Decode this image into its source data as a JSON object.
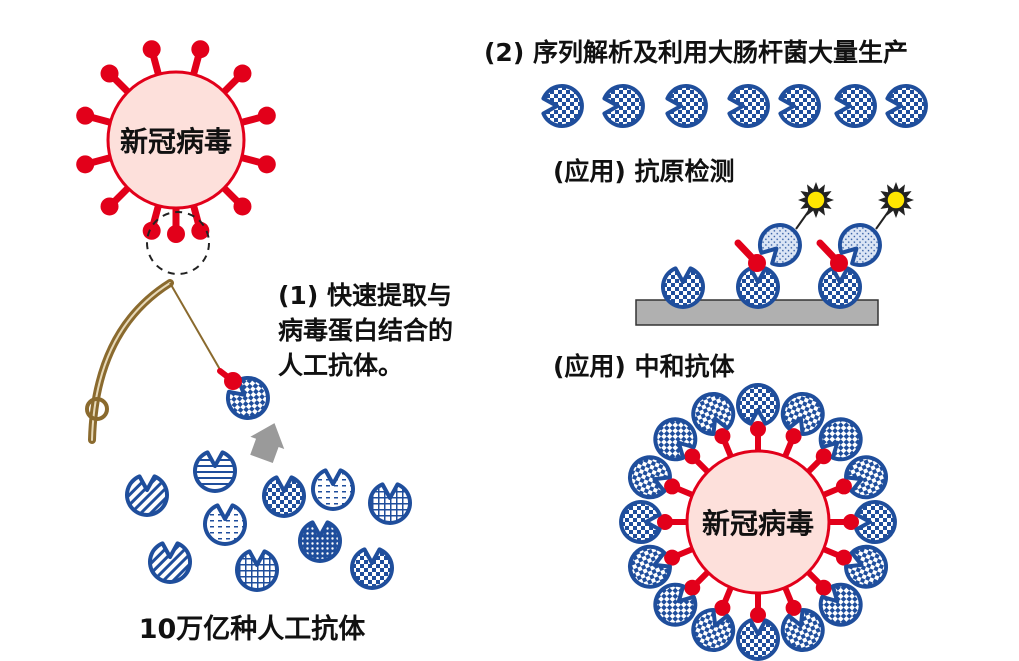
{
  "virus_label": "新冠病毒",
  "step1_text": [
    "(1) 快速提取与",
    "病毒蛋白结合的",
    "人工抗体。"
  ],
  "library_caption": "10万亿种人工抗体",
  "step2_title": "(2) 序列解析及利用大肠杆菌大量生产",
  "use_detection_title": "(应用) 抗原检测",
  "use_neutralization_title": "(应用) 中和抗体",
  "colors": {
    "virus_fill": "#fde0db",
    "virus_stroke": "#e2001a",
    "spike": "#e2001a",
    "antibody_blue": "#1f4e9c",
    "rod": "#8a6a2e",
    "plate": "#b0b0b0",
    "star": "#ffe600"
  }
}
